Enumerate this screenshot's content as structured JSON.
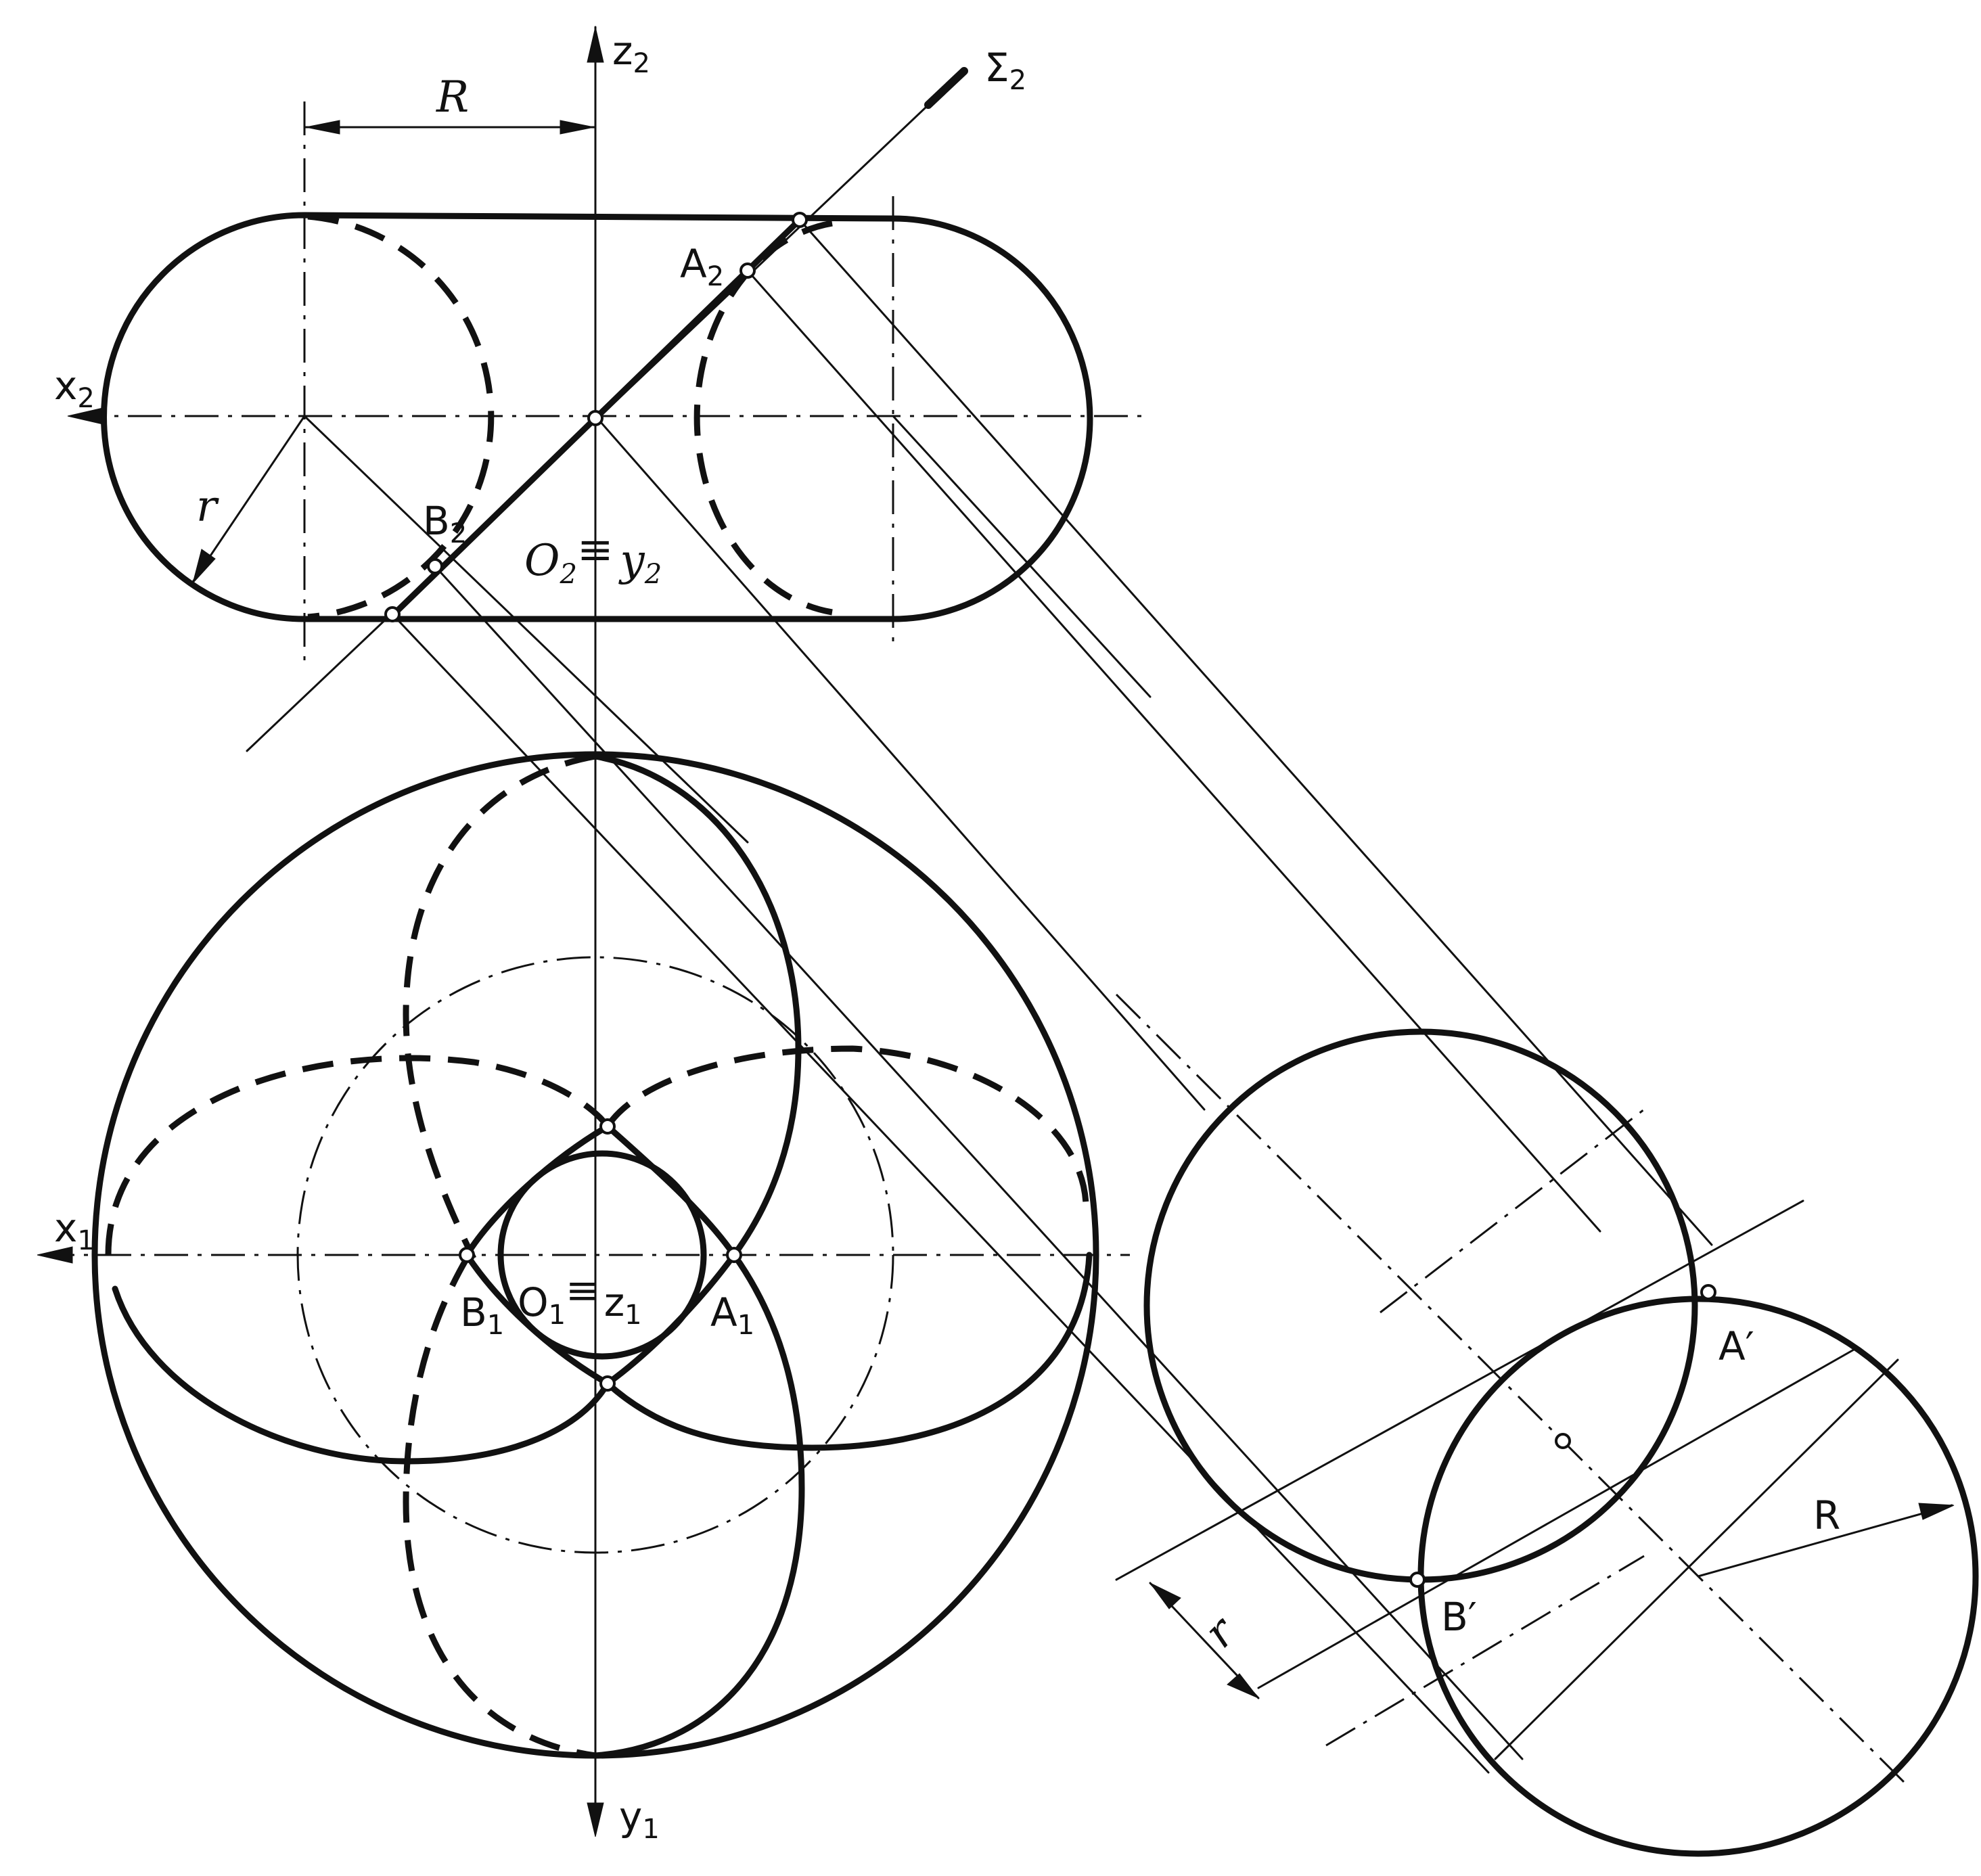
{
  "colors": {
    "ink": "#111111",
    "paper": "#ffffff"
  },
  "labels": {
    "z2": "z",
    "z2_sub": "2",
    "sigma2": "Σ",
    "sigma2_sub": "2",
    "R_top": "R",
    "x2": "x",
    "x2_sub": "2",
    "A2": "A",
    "A2_sub": "2",
    "B2": "B",
    "B2_sub": "2",
    "r_top": "r",
    "O2": "O",
    "O2_sub": "2",
    "O2_eq": "≡",
    "y2": "y",
    "y2_sub": "2",
    "x1": "x",
    "x1_sub": "1",
    "B1": "B",
    "B1_sub": "1",
    "O1": "O",
    "O1_sub": "1",
    "O1_eq": "≡",
    "z1": "z",
    "z1_sub": "1",
    "A1": "A",
    "A1_sub": "1",
    "y1": "y",
    "y1_sub": "1",
    "A_prime": "A′",
    "B_prime": "B′",
    "R_right": "R",
    "r_right": "r"
  }
}
